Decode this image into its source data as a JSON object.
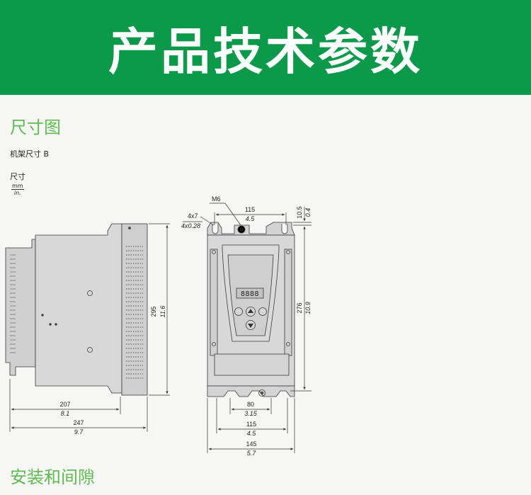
{
  "banner": {
    "title": "产品技术参数"
  },
  "sections": {
    "dimensions": "尺寸图",
    "installation": "安装和间隙"
  },
  "frame_label": "机架尺寸 B",
  "units": {
    "label": "尺寸",
    "mm": "mm",
    "in": "in."
  },
  "display_digits": "8888",
  "dimensions": {
    "depth_body_mm": "207",
    "depth_body_in": "8.1",
    "depth_total_mm": "247",
    "depth_total_in": "9.7",
    "height_total_mm": "295",
    "height_total_in": "11.6",
    "height_mount_mm": "276",
    "height_mount_in": "10.9",
    "top_offset_mm": "10.5",
    "top_offset_in": "0.4",
    "width_top_mount_mm": "115",
    "width_top_mount_in": "4.5",
    "width_bottom_inner_mm": "80",
    "width_bottom_inner_in": "3.15",
    "width_bottom_mount_mm": "115",
    "width_bottom_mount_in": "4.5",
    "width_total_mm": "145",
    "width_total_in": "5.7",
    "hole_mm": "4x7",
    "hole_in": "4x0.28",
    "screw": "M6"
  },
  "colors": {
    "banner": "#0c9a4a",
    "section_title": "#5fbb52",
    "drawing_fill": "#d3d3d3",
    "line": "#3a3a3a"
  }
}
